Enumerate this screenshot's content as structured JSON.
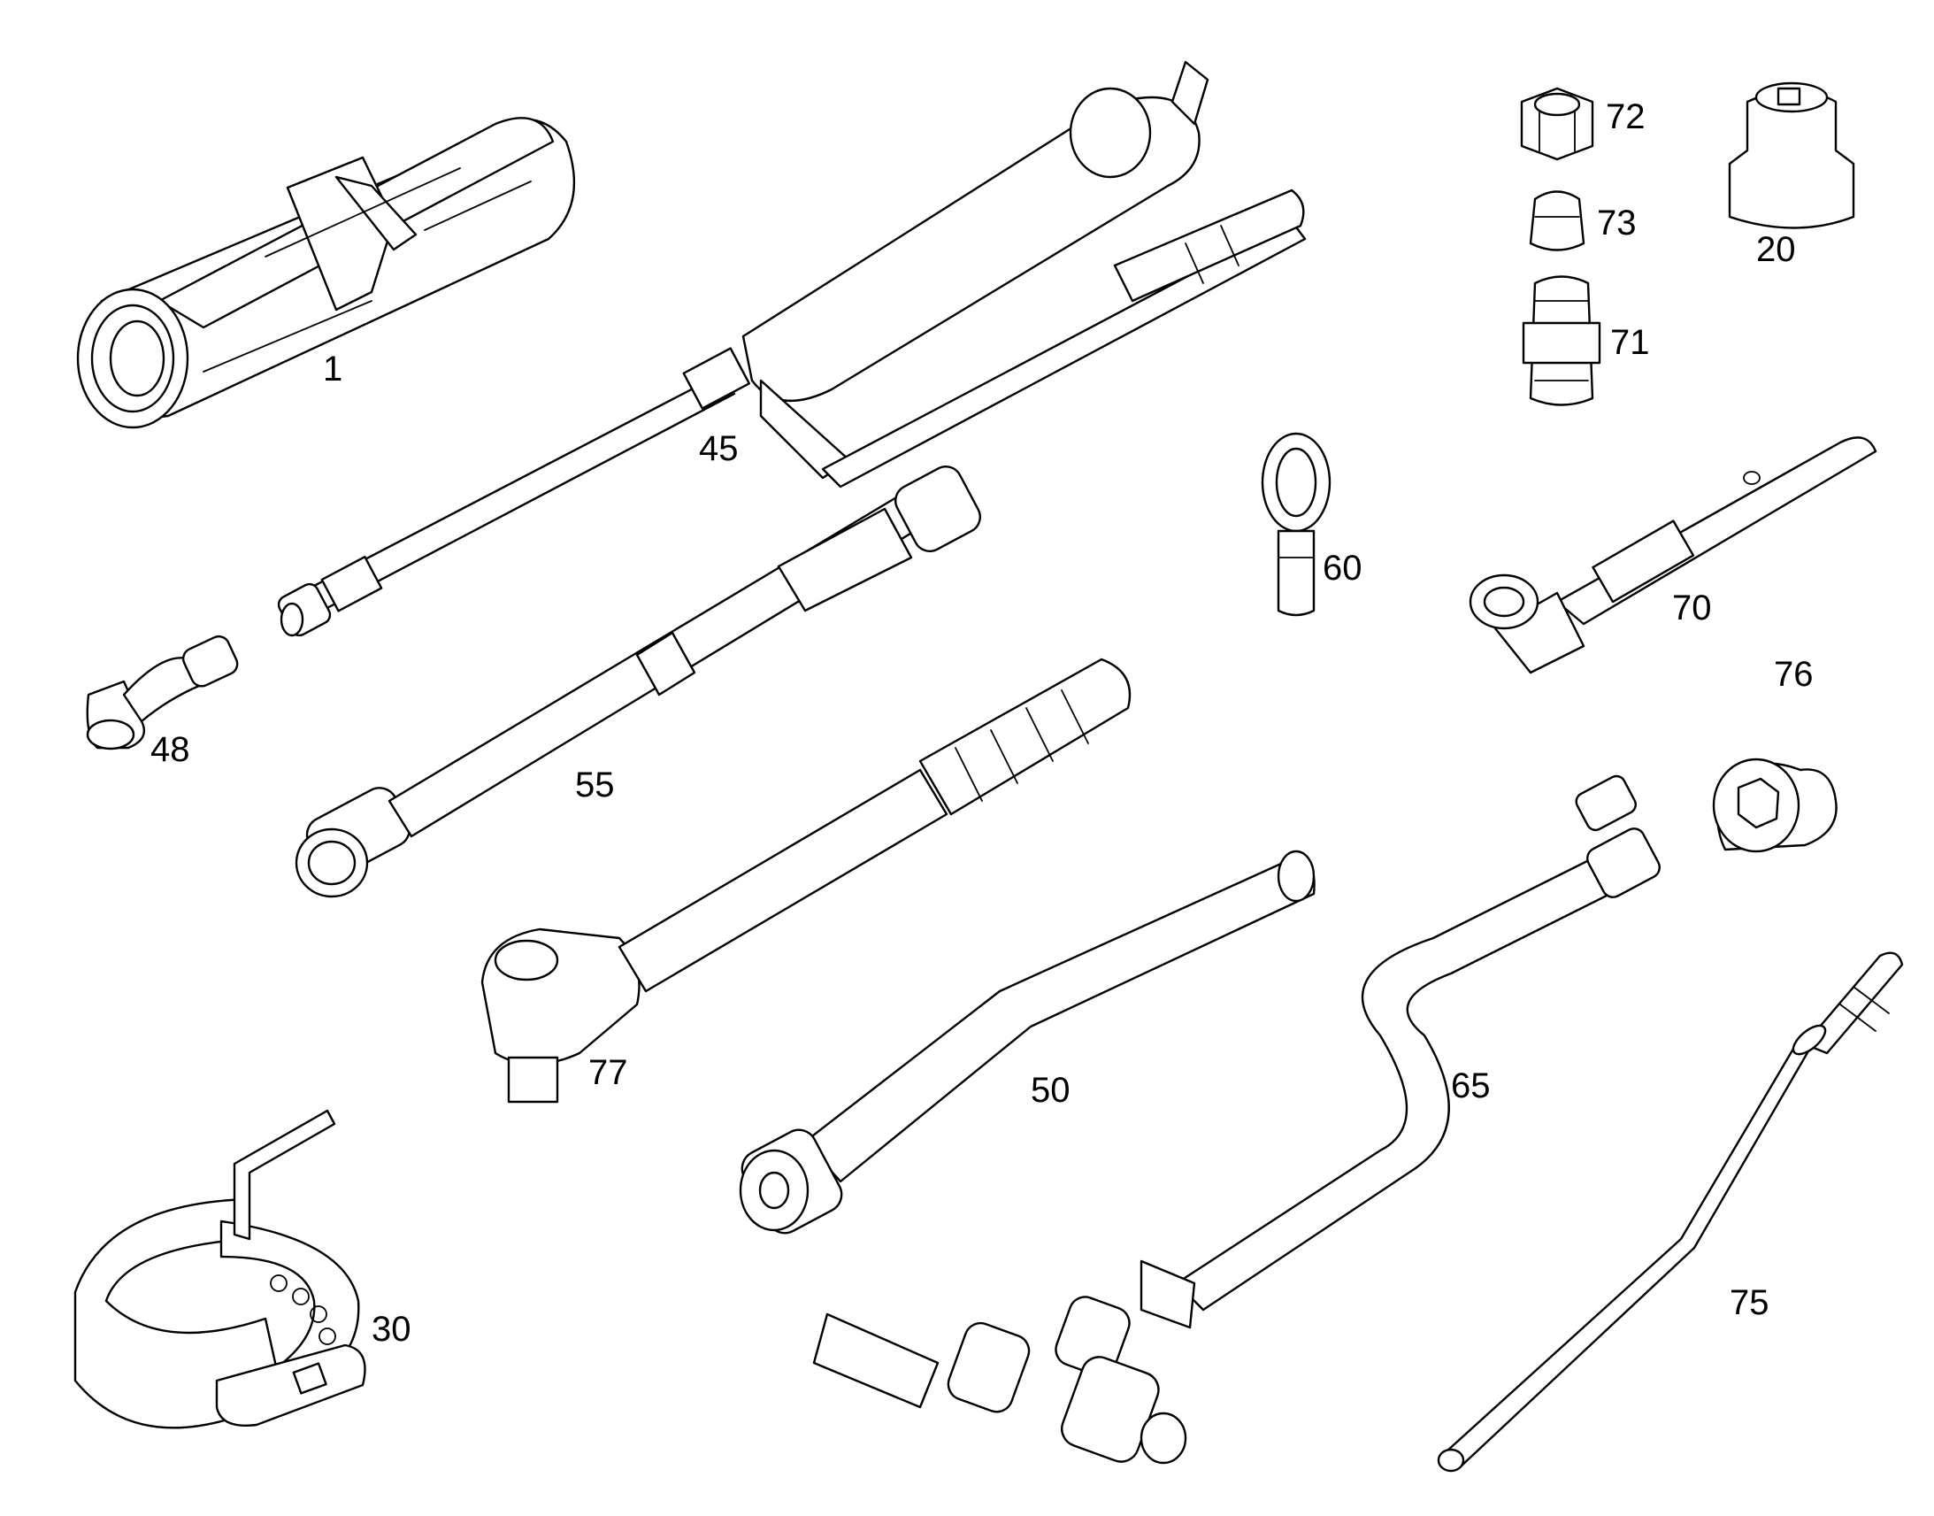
{
  "diagram": {
    "style": "black line drawing on white background",
    "colors": {
      "line": "#000000",
      "background": "#ffffff"
    },
    "callouts": [
      {
        "id": "1",
        "text": "1"
      },
      {
        "id": "45",
        "text": "45"
      },
      {
        "id": "72",
        "text": "72"
      },
      {
        "id": "20",
        "text": "20"
      },
      {
        "id": "73",
        "text": "73"
      },
      {
        "id": "71",
        "text": "71"
      },
      {
        "id": "60",
        "text": "60"
      },
      {
        "id": "70",
        "text": "70"
      },
      {
        "id": "76",
        "text": "76"
      },
      {
        "id": "48",
        "text": "48"
      },
      {
        "id": "55",
        "text": "55"
      },
      {
        "id": "77",
        "text": "77"
      },
      {
        "id": "50",
        "text": "50"
      },
      {
        "id": "65",
        "text": "65"
      },
      {
        "id": "30",
        "text": "30"
      },
      {
        "id": "75",
        "text": "75"
      }
    ]
  }
}
